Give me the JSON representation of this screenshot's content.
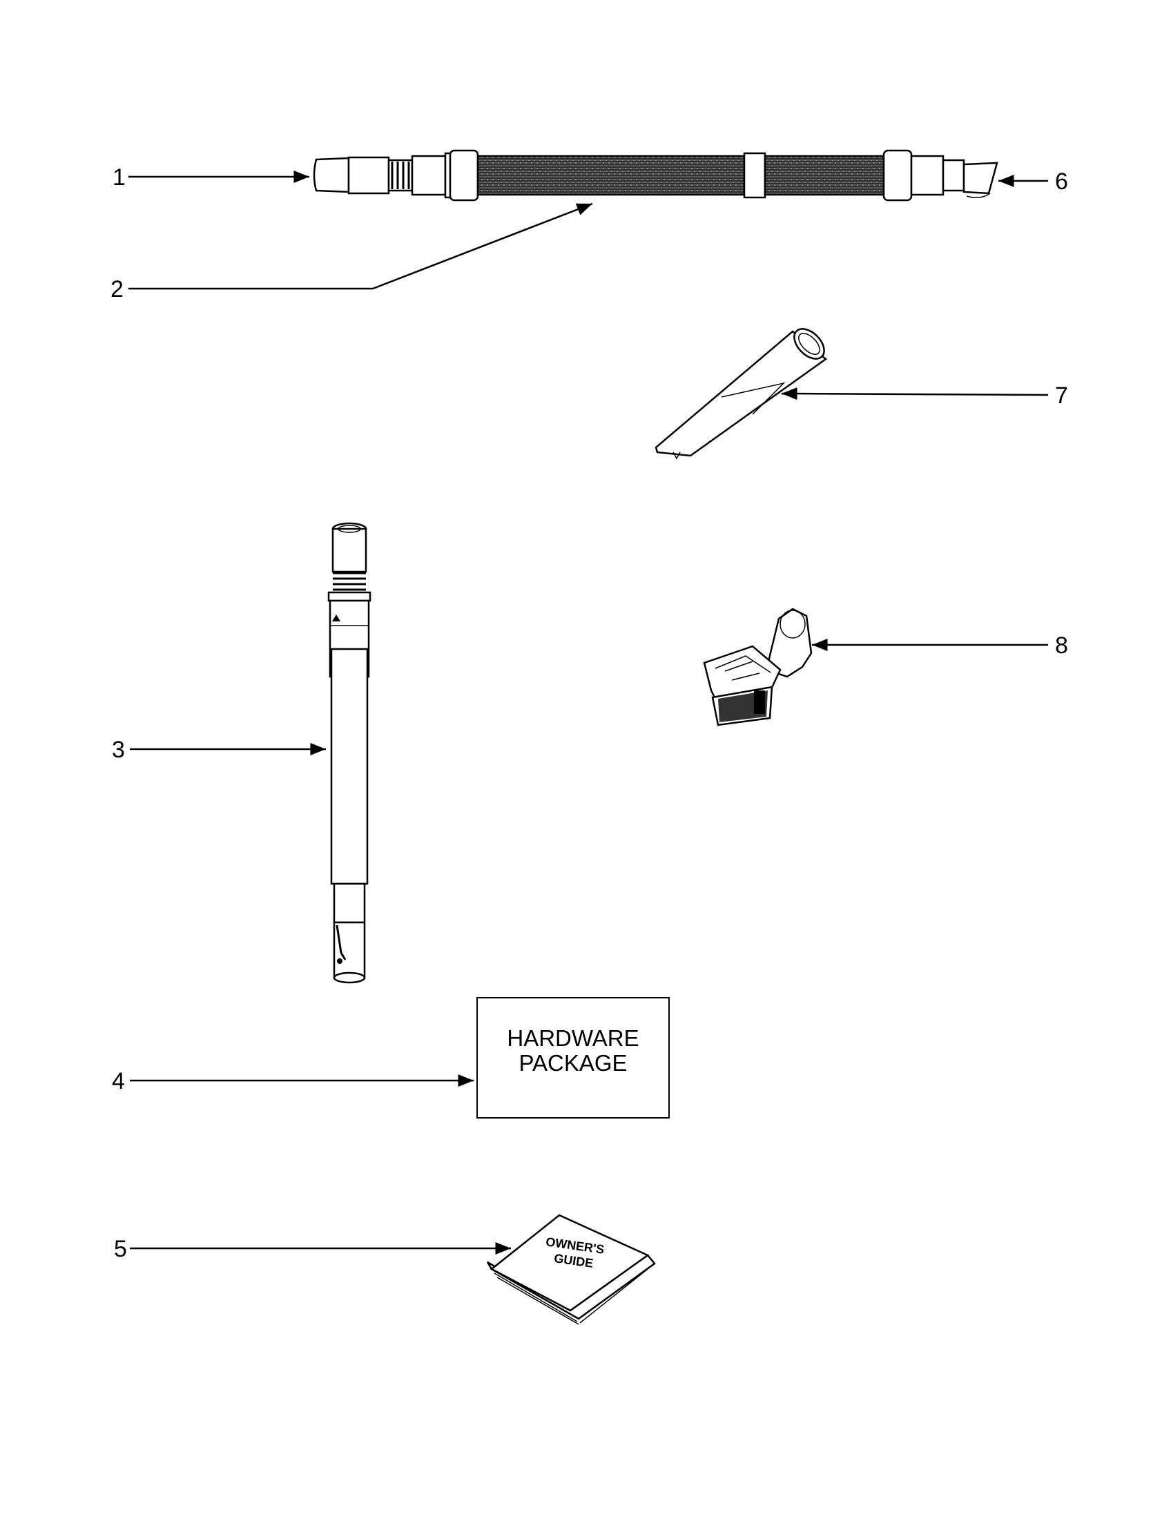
{
  "callouts": [
    {
      "number": "1",
      "part": "hose-end-cuff"
    },
    {
      "number": "2",
      "part": "flexible-hose"
    },
    {
      "number": "3",
      "part": "extension-wand"
    },
    {
      "number": "4",
      "part": "hardware-package"
    },
    {
      "number": "5",
      "part": "owners-guide"
    },
    {
      "number": "6",
      "part": "hose-handle-end"
    },
    {
      "number": "7",
      "part": "crevice-tool"
    },
    {
      "number": "8",
      "part": "upholstery-tool"
    }
  ],
  "hardware_package": {
    "line1": "HARDWARE",
    "line2": "PACKAGE"
  },
  "owners_guide": {
    "line1": "OWNER'S",
    "line2": "GUIDE"
  }
}
